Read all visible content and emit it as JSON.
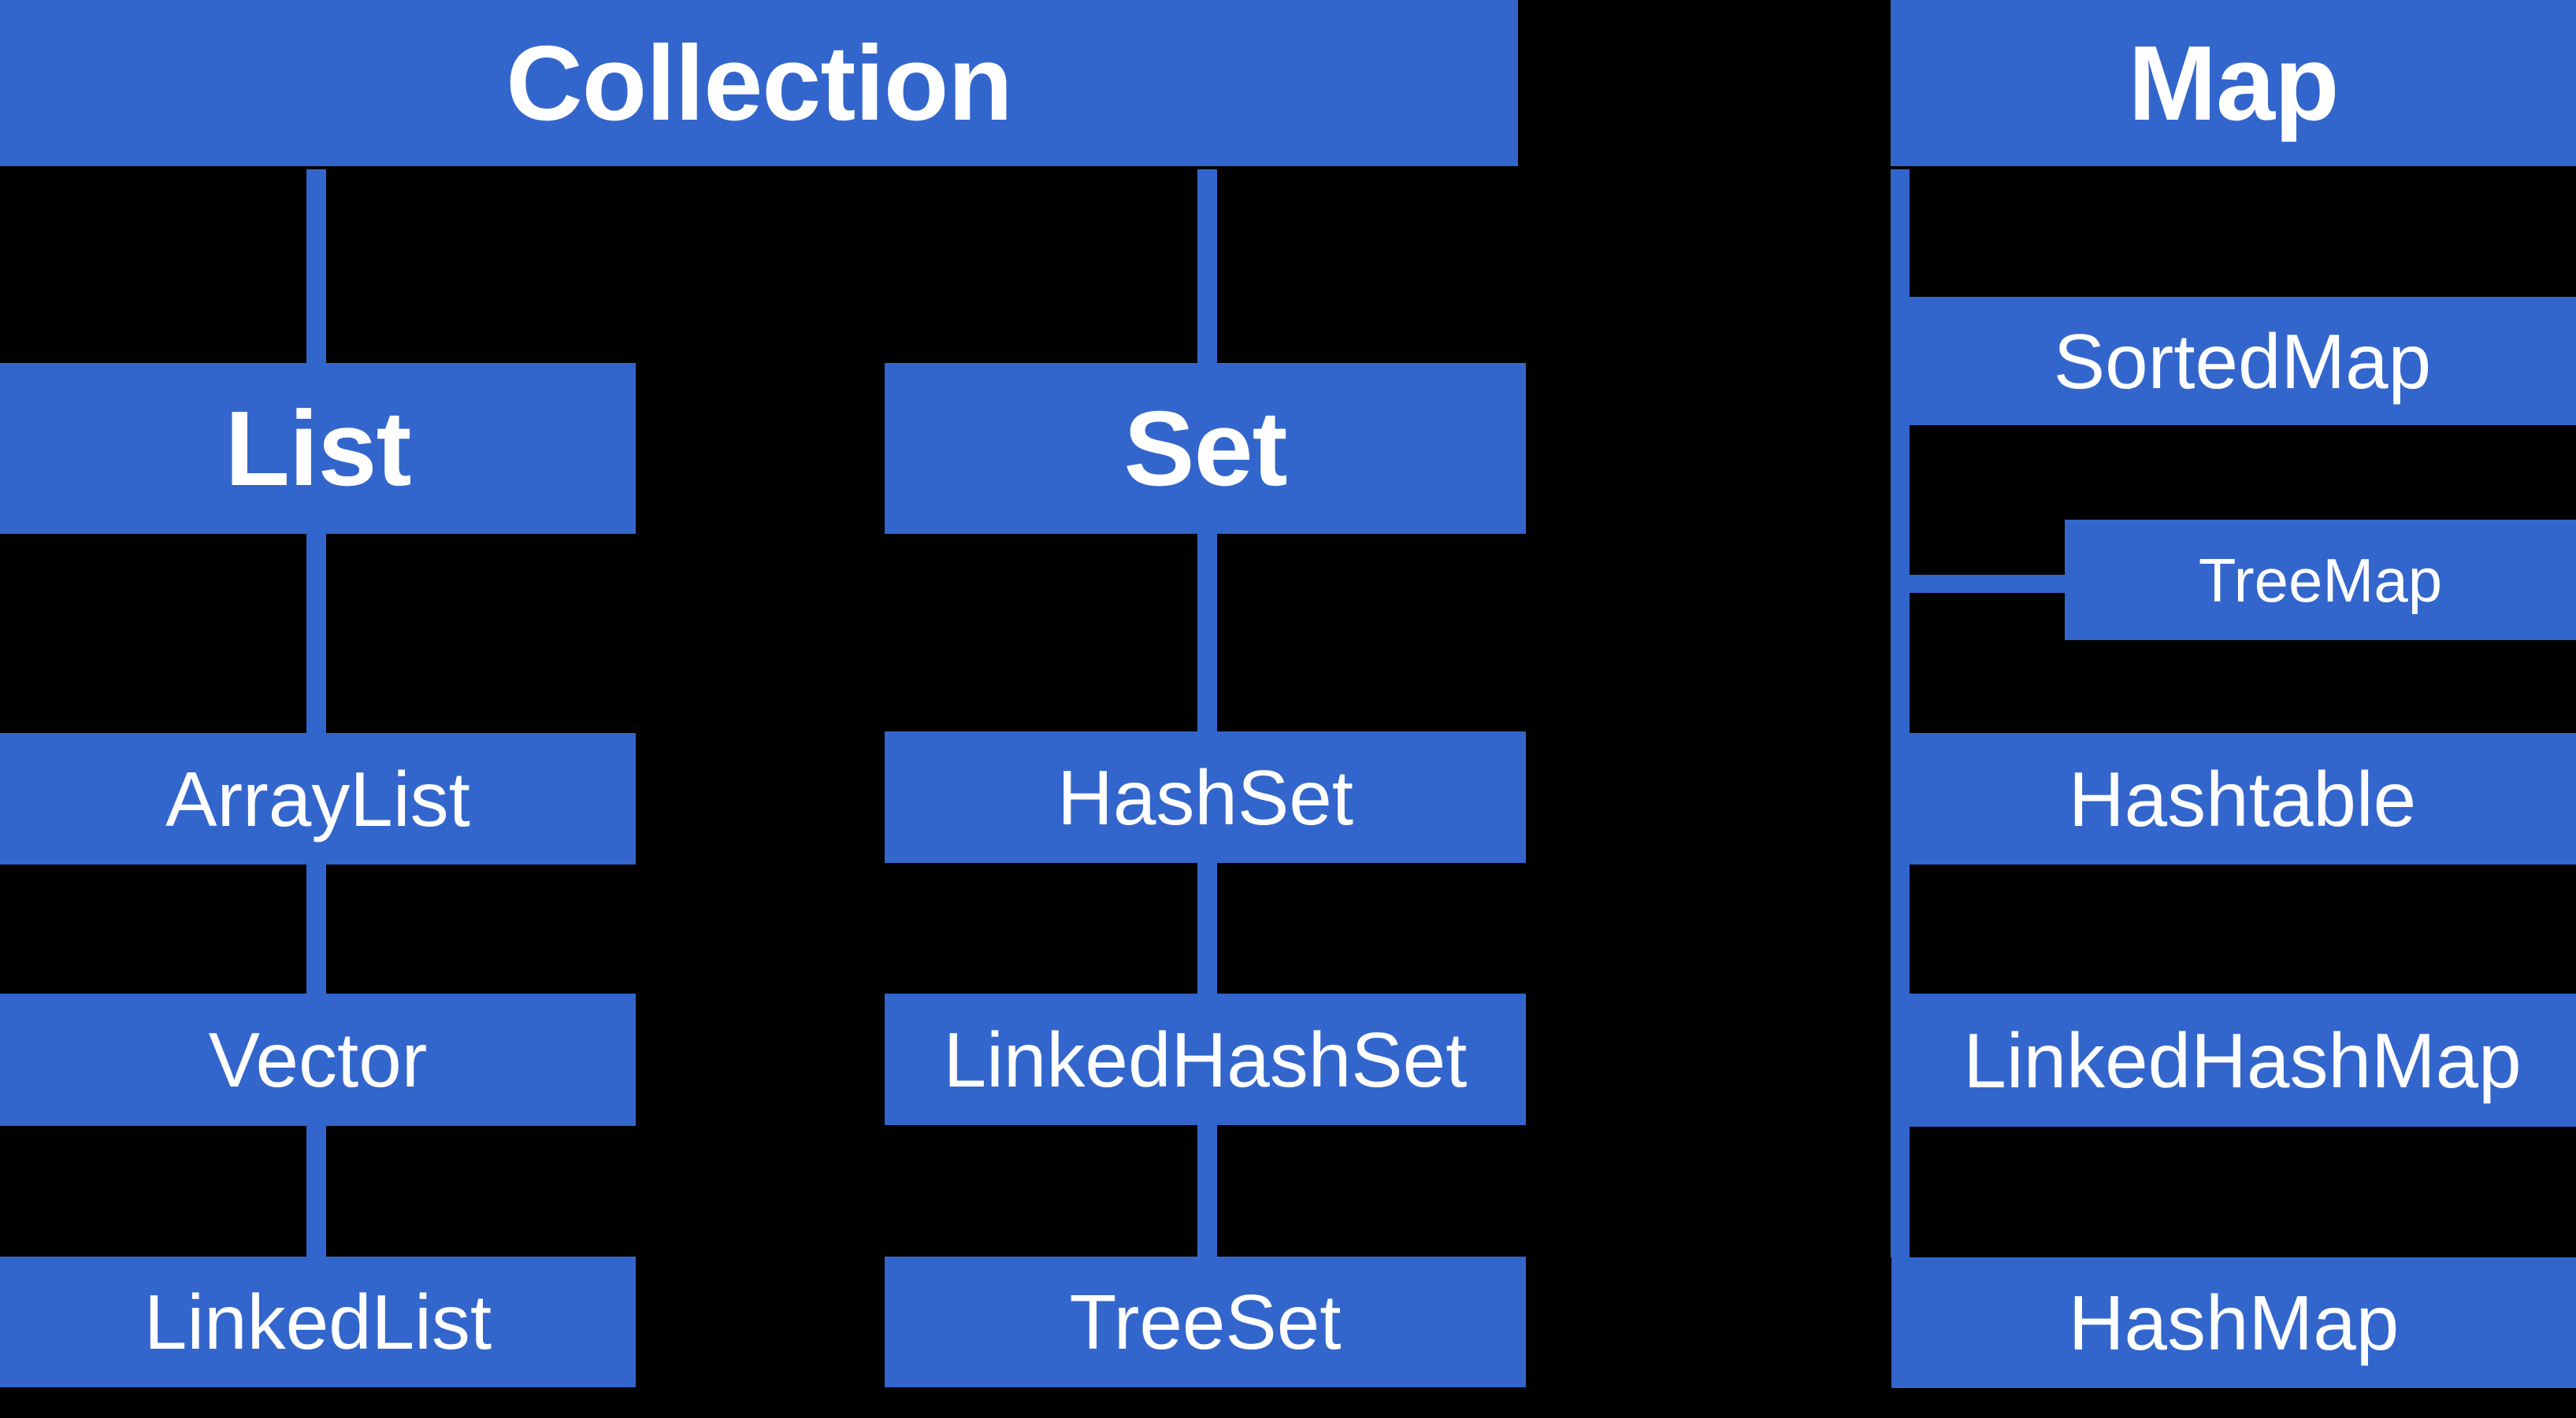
{
  "colors": {
    "box_blue": "#3366cc",
    "text_white": "#ffffff",
    "background": "#000000"
  },
  "diagram": {
    "nodes": {
      "collection": {
        "label": "Collection"
      },
      "list": {
        "label": "List"
      },
      "set": {
        "label": "Set"
      },
      "map": {
        "label": "Map"
      },
      "arraylist": {
        "label": "ArrayList"
      },
      "vector": {
        "label": "Vector"
      },
      "linkedlist": {
        "label": "LinkedList"
      },
      "hashset": {
        "label": "HashSet"
      },
      "linkedhashset": {
        "label": "LinkedHashSet"
      },
      "treeset": {
        "label": "TreeSet"
      },
      "sortedmap": {
        "label": "SortedMap"
      },
      "treemap": {
        "label": "TreeMap"
      },
      "hashtable": {
        "label": "Hashtable"
      },
      "linkedhashmap": {
        "label": "LinkedHashMap"
      },
      "hashmap": {
        "label": "HashMap"
      }
    },
    "edges": [
      {
        "from": "Collection",
        "to": "List"
      },
      {
        "from": "Collection",
        "to": "Set"
      },
      {
        "from": "List",
        "to": "ArrayList"
      },
      {
        "from": "List",
        "to": "Vector"
      },
      {
        "from": "List",
        "to": "LinkedList"
      },
      {
        "from": "Set",
        "to": "HashSet"
      },
      {
        "from": "Set",
        "to": "LinkedHashSet"
      },
      {
        "from": "Set",
        "to": "TreeSet"
      },
      {
        "from": "Map",
        "to": "SortedMap"
      },
      {
        "from": "SortedMap",
        "to": "TreeMap"
      },
      {
        "from": "Map",
        "to": "Hashtable"
      },
      {
        "from": "Map",
        "to": "LinkedHashMap"
      },
      {
        "from": "Map",
        "to": "HashMap"
      }
    ]
  }
}
